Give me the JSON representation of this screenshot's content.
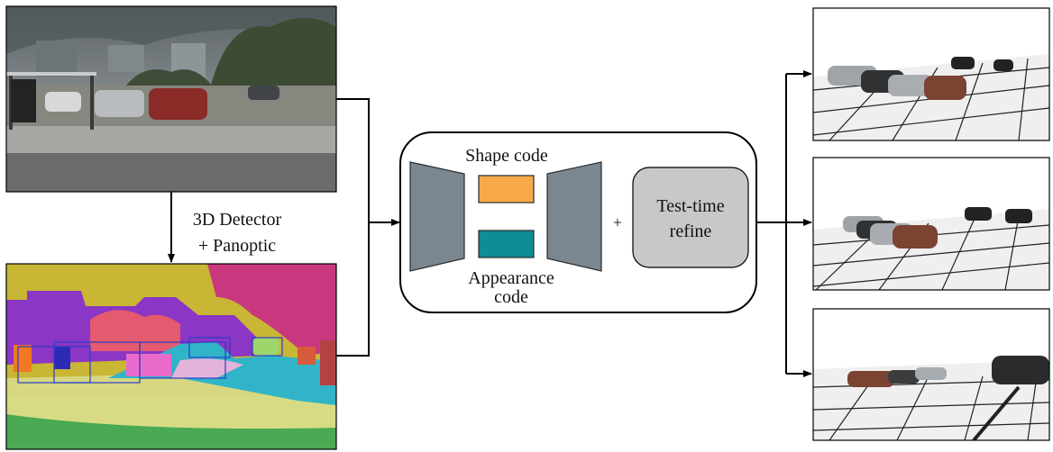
{
  "diagram": {
    "detector_label_line1": "3D Detector",
    "detector_label_line2": "+ Panoptic",
    "shape_code_label": "Shape code",
    "appearance_label_line1": "Appearance",
    "appearance_label_line2": "code",
    "plus_sign": "+",
    "refine_label_line1": "Test-time",
    "refine_label_line2": "refine"
  },
  "colors": {
    "encoder": "#7a8791",
    "shape_code": "#f7a94a",
    "appearance_code": "#0e8d99",
    "refine_box": "#c8c8c8"
  }
}
